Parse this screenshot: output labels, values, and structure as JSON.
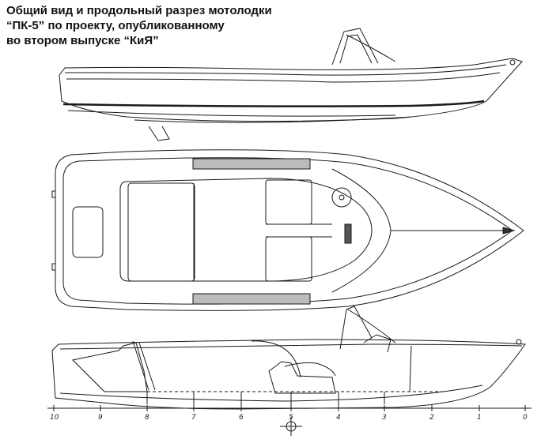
{
  "caption": {
    "line1": "Общий вид и продольный разрез мотолодки",
    "line2": "“ПК-5” по проекту, опубликованному",
    "line3": "во втором выпуске “КиЯ”"
  },
  "stations": [
    "10",
    "9",
    "8",
    "7",
    "6",
    "5",
    "4",
    "3",
    "2",
    "1",
    "0"
  ]
}
